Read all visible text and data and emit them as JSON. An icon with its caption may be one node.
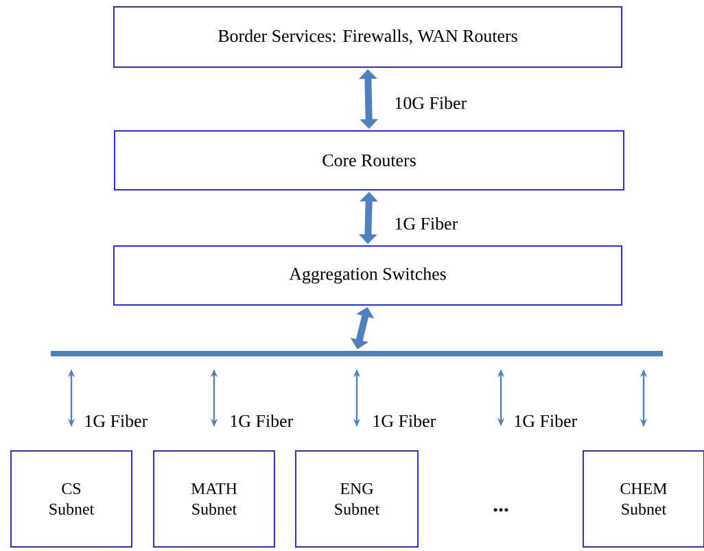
{
  "diagram": {
    "nodes": [
      {
        "text": [
          "Border Services: Firewalls, WAN Routers"
        ]
      },
      {
        "text": [
          "Core Routers"
        ]
      },
      {
        "text": [
          "Aggregation Switches"
        ]
      },
      {
        "text": [],
        "shape": "bar"
      },
      {
        "text": [
          "CS Subnet"
        ]
      },
      {
        "text": [
          "MATH Subnet"
        ]
      },
      {
        "text": [
          "ENG Subnet"
        ]
      },
      {
        "text": [
          "CHEM Subnet"
        ]
      }
    ],
    "edges": [
      {
        "from": 0,
        "to": 1,
        "arrow": "both",
        "label": "10G Fiber",
        "style": "thick"
      },
      {
        "from": 1,
        "to": 2,
        "arrow": "both",
        "label": "1G Fiber",
        "style": "thick"
      },
      {
        "from": 2,
        "to": 3,
        "arrow": "both",
        "style": "thick"
      },
      {
        "from": 3,
        "to": 4,
        "arrow": "both",
        "label": "1G Fiber"
      },
      {
        "from": 3,
        "to": 5,
        "arrow": "both",
        "label": "1G Fiber"
      },
      {
        "from": 3,
        "to": 6,
        "arrow": "both",
        "label": "1G Fiber"
      },
      {
        "from": 3,
        "to": null,
        "arrow": "both",
        "label": "1G Fiber"
      },
      {
        "from": 3,
        "to": 7,
        "arrow": "both"
      }
    ],
    "labels": [
      "..."
    ]
  }
}
